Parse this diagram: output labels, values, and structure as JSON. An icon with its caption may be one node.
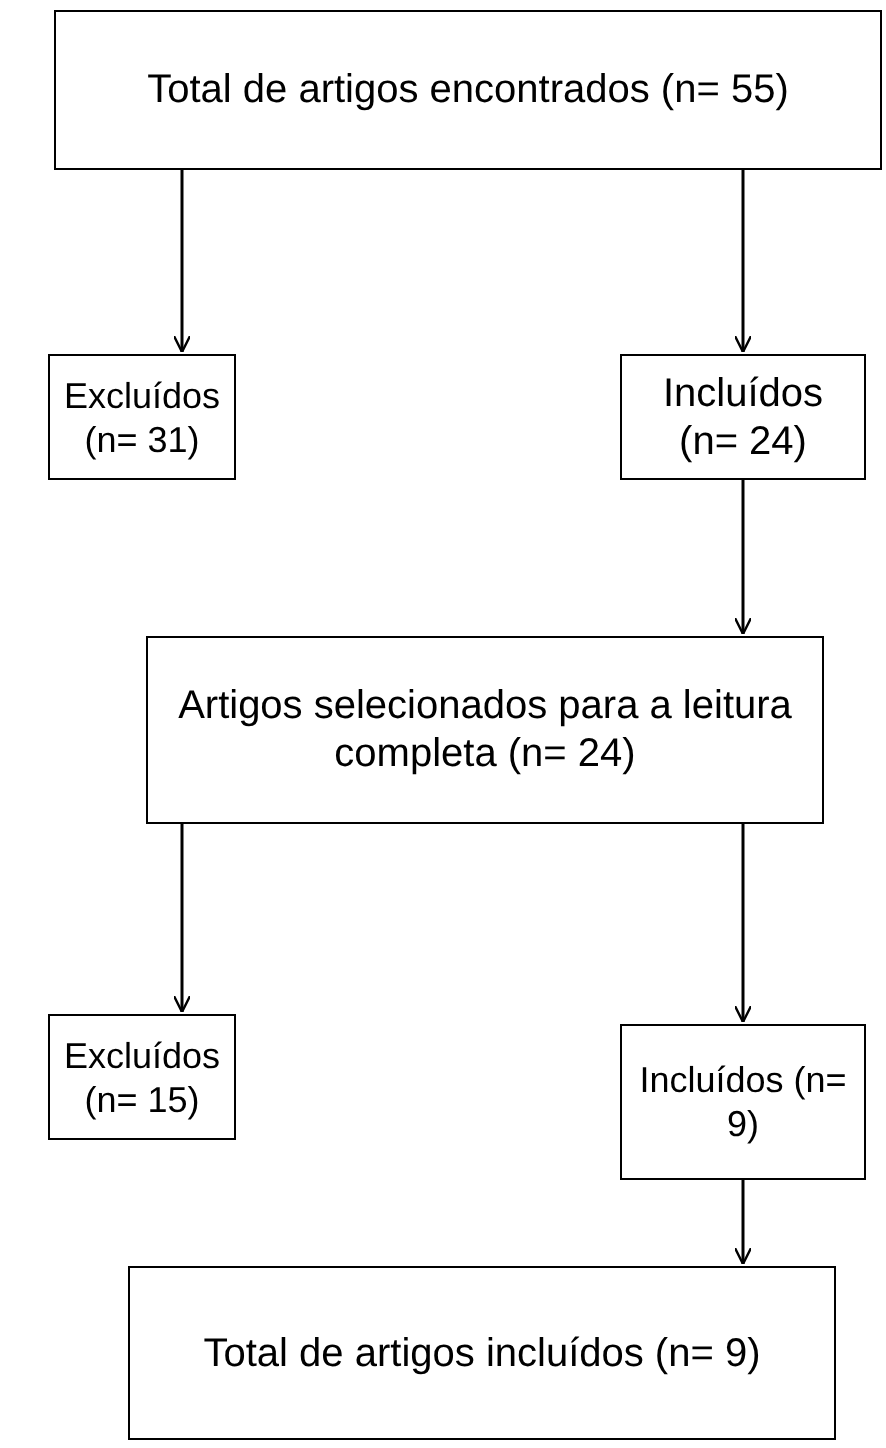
{
  "diagram": {
    "nodes": [
      {
        "text": [
          "Total de artigos encontrados (n= 55)"
        ]
      },
      {
        "text": [
          "Excluídos (n= 31)"
        ]
      },
      {
        "text": [
          "Incluídos (n= 24)"
        ]
      },
      {
        "text": [
          "Artigos selecionados para a leitura completa (n= 24)"
        ]
      },
      {
        "text": [
          "Excluídos (n= 15)"
        ]
      },
      {
        "text": [
          "Incluídos (n= 9)"
        ]
      },
      {
        "text": [
          "Total de artigos incluídos (n= 9)"
        ]
      }
    ],
    "edges": [
      {
        "from": 0,
        "to": 1,
        "arrow": "to"
      },
      {
        "from": 0,
        "to": 2,
        "arrow": "to"
      },
      {
        "from": 2,
        "to": 3,
        "arrow": "to"
      },
      {
        "from": 3,
        "to": 4,
        "arrow": "to"
      },
      {
        "from": 3,
        "to": 5,
        "arrow": "to"
      },
      {
        "from": 5,
        "to": 6,
        "arrow": "to"
      }
    ]
  }
}
